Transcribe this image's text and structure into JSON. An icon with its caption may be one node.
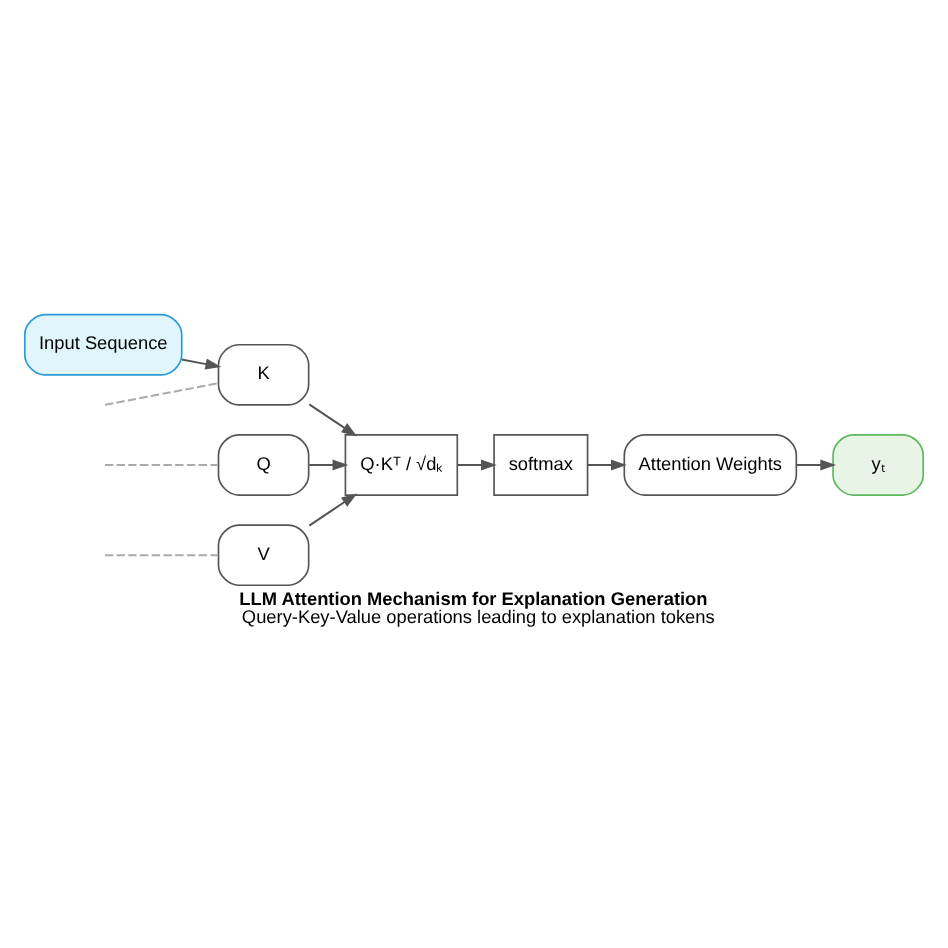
{
  "diagram": {
    "title": "LLM Attention Mechanism for Explanation Generation",
    "caption": "Query-Key-Value operations leading to explanation tokens",
    "nodes": [
      {
        "text": [
          "Input Sequence"
        ]
      },
      {
        "text": [
          "Q"
        ]
      },
      {
        "text": [
          "K"
        ]
      },
      {
        "text": [
          "V"
        ]
      },
      {
        "text": [
          "Q·Kᵀ / √dₖ"
        ]
      },
      {
        "text": [
          "softmax"
        ]
      },
      {
        "text": [
          "Attention Weights"
        ]
      },
      {
        "text": [
          "yₜ"
        ]
      }
    ],
    "edges": [
      {
        "from": null,
        "to": 1,
        "arrow": "none",
        "style": "dashed",
        "color": "#aaaaaa"
      },
      {
        "from": null,
        "to": 2,
        "arrow": "none",
        "style": "dashed",
        "color": "#aaaaaa"
      },
      {
        "from": null,
        "to": 3,
        "arrow": "none",
        "style": "dashed",
        "color": "#aaaaaa"
      },
      {
        "from": 0,
        "to": 2,
        "arrow": "to"
      },
      {
        "from": 1,
        "to": 4,
        "arrow": "to"
      },
      {
        "from": 2,
        "to": 4,
        "arrow": "to"
      },
      {
        "from": 3,
        "to": 4,
        "arrow": "to"
      },
      {
        "from": 4,
        "to": 5,
        "arrow": "to"
      },
      {
        "from": 5,
        "to": 6,
        "arrow": "to"
      },
      {
        "from": 6,
        "to": 7,
        "arrow": "to"
      }
    ]
  }
}
